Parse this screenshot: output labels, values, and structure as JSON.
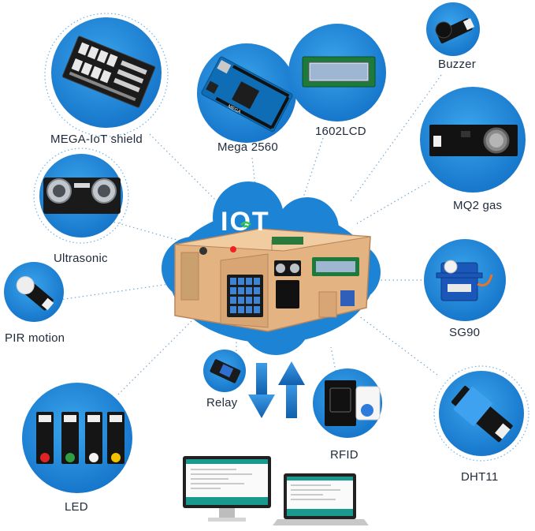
{
  "badge": {
    "text": "IOT"
  },
  "modules": [
    {
      "id": "mega-iot-shield",
      "label": "MEGA-IoT shield"
    },
    {
      "id": "mega-2560",
      "label": "Mega 2560"
    },
    {
      "id": "lcd-1602",
      "label": "1602LCD"
    },
    {
      "id": "buzzer",
      "label": "Buzzer"
    },
    {
      "id": "ultrasonic",
      "label": "Ultrasonic"
    },
    {
      "id": "mq2-gas",
      "label": "MQ2 gas"
    },
    {
      "id": "pir-motion",
      "label": "PIR motion"
    },
    {
      "id": "sg90",
      "label": "SG90"
    },
    {
      "id": "relay",
      "label": "Relay"
    },
    {
      "id": "rfid",
      "label": "RFID"
    },
    {
      "id": "dht11",
      "label": "DHT11"
    },
    {
      "id": "led",
      "label": "LED"
    }
  ],
  "colors": {
    "circle": "#1c86d6",
    "circle_ring": "#5aa7e0",
    "arrow": "#1769b8",
    "wood": "#e4b584",
    "wood_dark": "#b98552",
    "pcb_black": "#1a1a1a",
    "label": "#1f2a3a"
  }
}
